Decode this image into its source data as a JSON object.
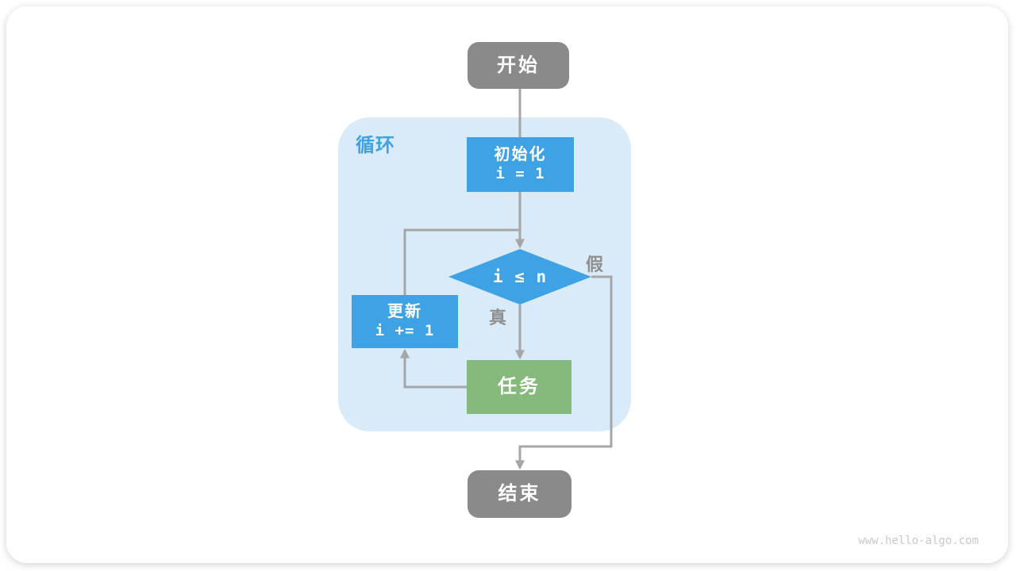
{
  "diagram": {
    "loop_label": "循环",
    "nodes": {
      "start": {
        "label": "开始"
      },
      "init": {
        "title": "初始化",
        "code": "i = 1"
      },
      "condition": {
        "code": "i ≤ n"
      },
      "update": {
        "title": "更新",
        "code": "i += 1"
      },
      "task": {
        "label": "任务"
      },
      "end": {
        "label": "结束"
      }
    },
    "edge_labels": {
      "true_branch": "真",
      "false_branch": "假"
    },
    "colors": {
      "node_blue": "#3FA2E4",
      "node_green": "#86B97C",
      "node_gray": "#8A8A8A",
      "loop_bg": "#D9EAF8",
      "line": "#A6A6A6",
      "label_gray": "#8F8F8F"
    },
    "watermark": "www.hello-algo.com"
  }
}
